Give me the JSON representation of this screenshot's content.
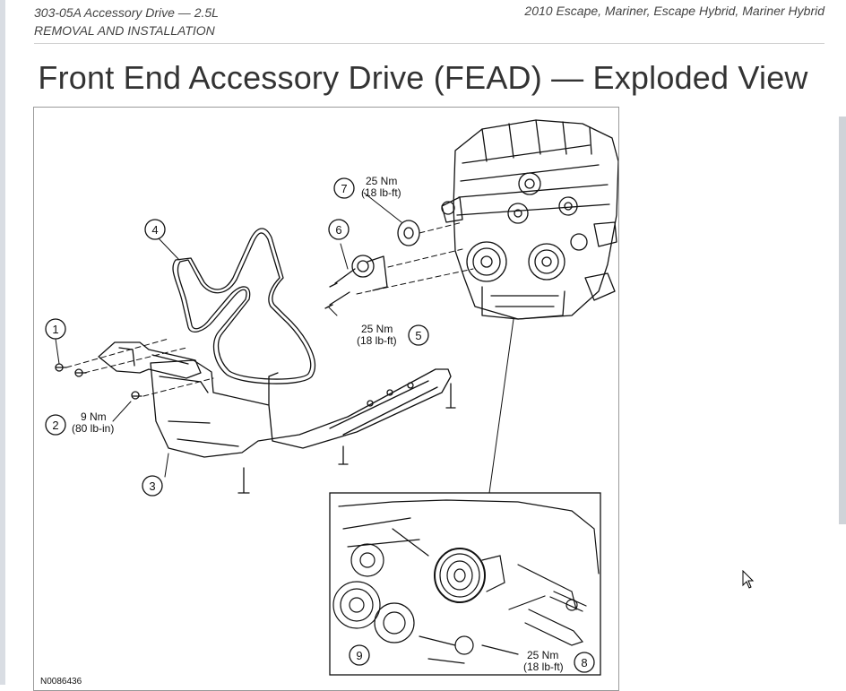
{
  "header": {
    "section": "303-05A Accessory Drive — 2.5L",
    "procedure": "REMOVAL AND INSTALLATION",
    "vehicle": "2010 Escape, Mariner, Escape Hybrid, Mariner Hybrid"
  },
  "page_title": "Front End Accessory Drive (FEAD) — Exploded View",
  "diagram": {
    "figure_code": "N0086436",
    "callouts": [
      {
        "id": "1"
      },
      {
        "id": "2",
        "torque": "9 Nm",
        "torque_alt": "(80 lb-in)"
      },
      {
        "id": "3"
      },
      {
        "id": "4"
      },
      {
        "id": "5",
        "torque": "25 Nm",
        "torque_alt": "(18 lb-ft)"
      },
      {
        "id": "6"
      },
      {
        "id": "7",
        "torque": "25 Nm",
        "torque_alt": "(18 lb-ft)"
      },
      {
        "id": "8",
        "torque": "25 Nm",
        "torque_alt": "(18 lb-ft)"
      },
      {
        "id": "9"
      }
    ]
  }
}
